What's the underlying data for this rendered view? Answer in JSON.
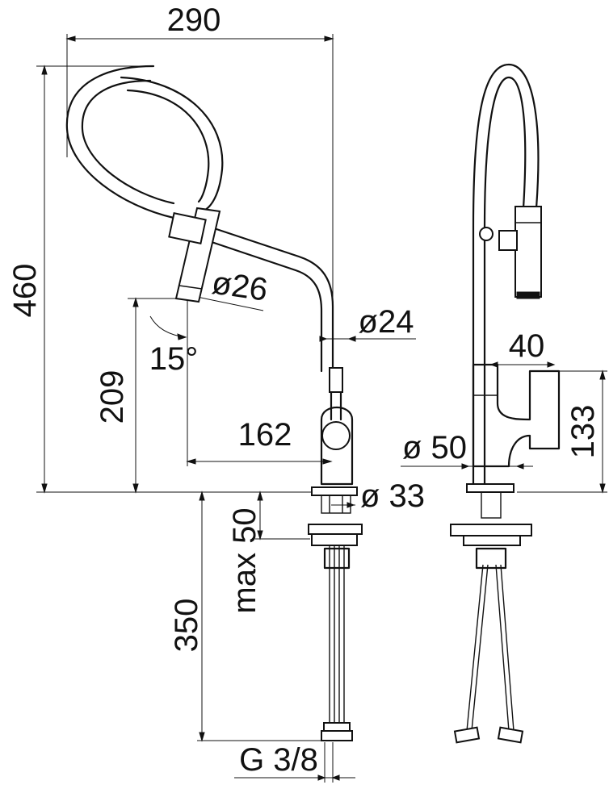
{
  "dimensions": {
    "width_overall": "290",
    "height_overall": "460",
    "spout_outlet_diameter": "ø26",
    "spout_tube_diameter": "ø24",
    "outlet_angle": "15°",
    "spout_height": "209",
    "spout_reach": "162",
    "body_diameter": "ø 50",
    "base_diameter": "ø 33",
    "lever_clearance": "40",
    "lever_height": "133",
    "max_deck_thickness": "max 50",
    "hose_length": "350",
    "connection_thread": "G 3/8"
  }
}
